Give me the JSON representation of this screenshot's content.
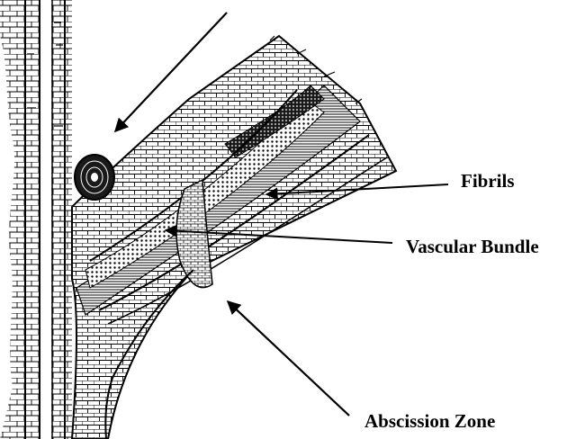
{
  "labels": {
    "fibrils": "Fibrils",
    "vascular_bundle": "Vascular Bundle",
    "abscission_zone": "Abscission Zone"
  },
  "colors": {
    "ink": "#000000",
    "paper": "#ffffff",
    "shade": "#2a2a2a"
  }
}
